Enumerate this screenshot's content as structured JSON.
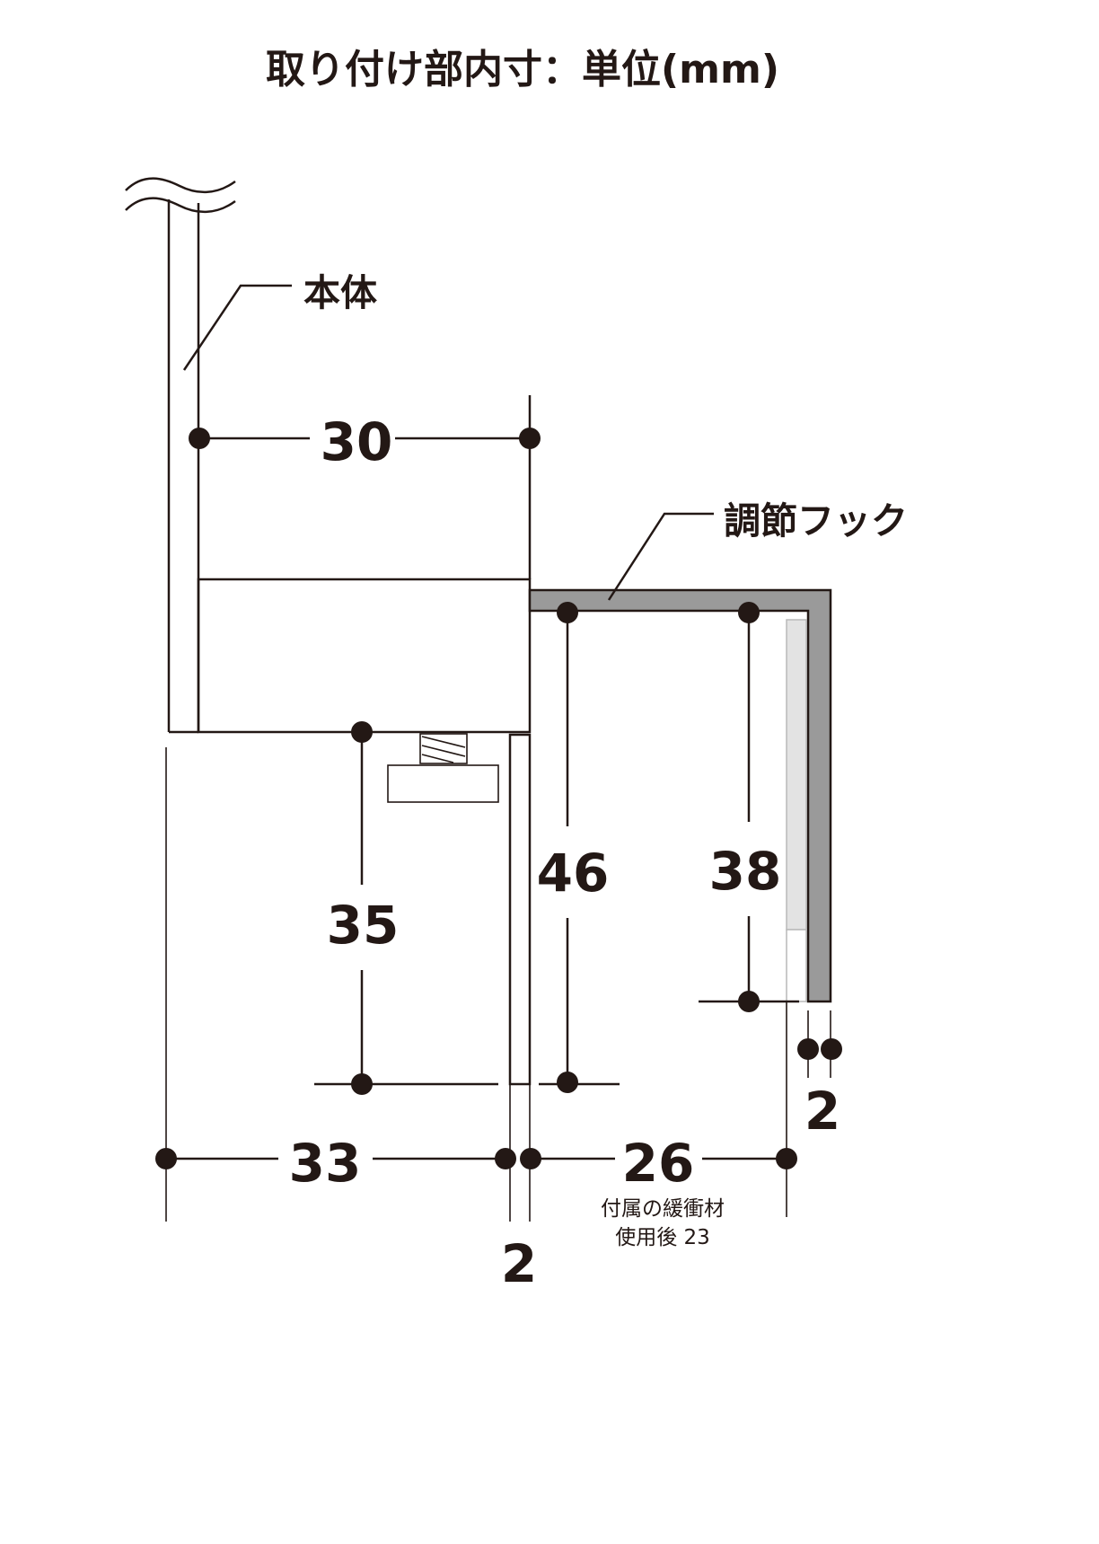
{
  "title": "取り付け部内寸：単位(mm)",
  "labels": {
    "body": "本体",
    "hook": "調節フック"
  },
  "dimensions": {
    "top_width": "30",
    "inner_depth": "35",
    "hook_depth_front": "46",
    "hook_depth_back": "38",
    "bottom_left_width": "33",
    "bottom_right_width": "26",
    "hook_thickness": "2",
    "plate_thickness": "2"
  },
  "note": {
    "line1": "付属の緩衝材",
    "line2": "使用後 23"
  },
  "colors": {
    "hook_fill": "#9a9a9a",
    "cushion_fill": "#e3e3e3",
    "ink": "#231815"
  }
}
